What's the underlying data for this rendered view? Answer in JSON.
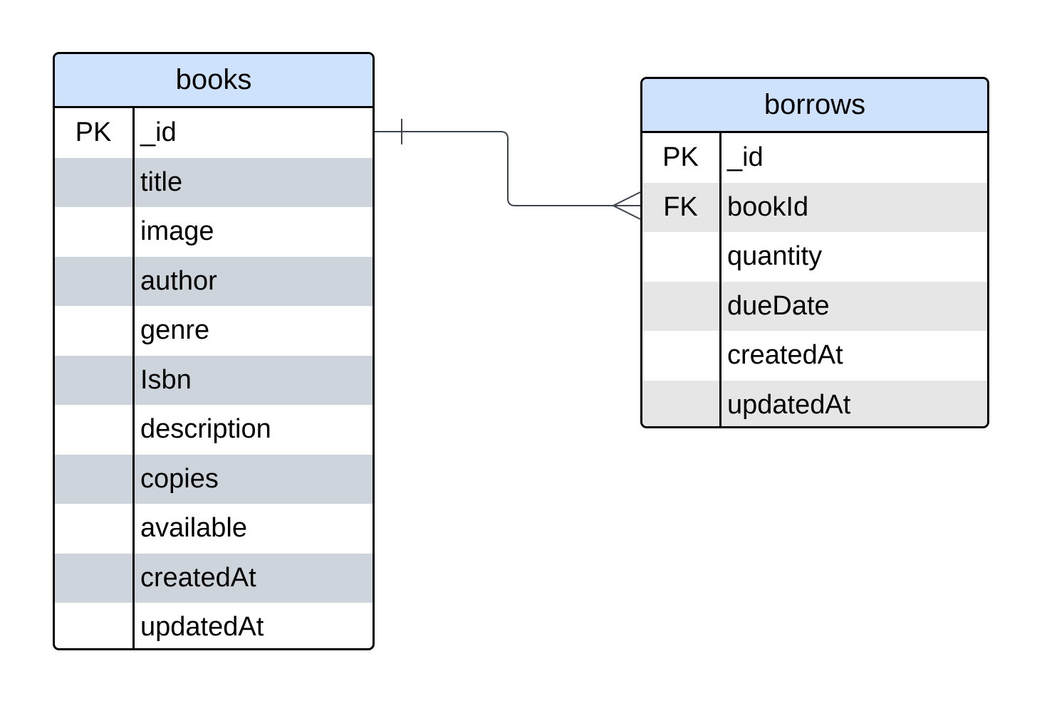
{
  "colors": {
    "header_fill": "#cfe2fc",
    "books_stripe": "#ced4dc",
    "borrows_stripe": "#e6e6e6",
    "border": "#000000",
    "connector": "#3d4450"
  },
  "entities": {
    "books": {
      "name": "books",
      "rows": [
        {
          "key": "PK",
          "field": "_id"
        },
        {
          "key": "",
          "field": "title"
        },
        {
          "key": "",
          "field": "image"
        },
        {
          "key": "",
          "field": "author"
        },
        {
          "key": "",
          "field": "genre"
        },
        {
          "key": "",
          "field": "Isbn"
        },
        {
          "key": "",
          "field": "description"
        },
        {
          "key": "",
          "field": "copies"
        },
        {
          "key": "",
          "field": "available"
        },
        {
          "key": "",
          "field": "createdAt"
        },
        {
          "key": "",
          "field": "updatedAt"
        }
      ]
    },
    "borrows": {
      "name": "borrows",
      "rows": [
        {
          "key": "PK",
          "field": "_id"
        },
        {
          "key": "FK",
          "field": "bookId"
        },
        {
          "key": "",
          "field": "quantity"
        },
        {
          "key": "",
          "field": "dueDate"
        },
        {
          "key": "",
          "field": "createdAt"
        },
        {
          "key": "",
          "field": "updatedAt"
        }
      ]
    }
  },
  "relationship": {
    "from": "books._id",
    "to": "borrows.bookId",
    "from_cardinality": "one",
    "to_cardinality": "many"
  }
}
